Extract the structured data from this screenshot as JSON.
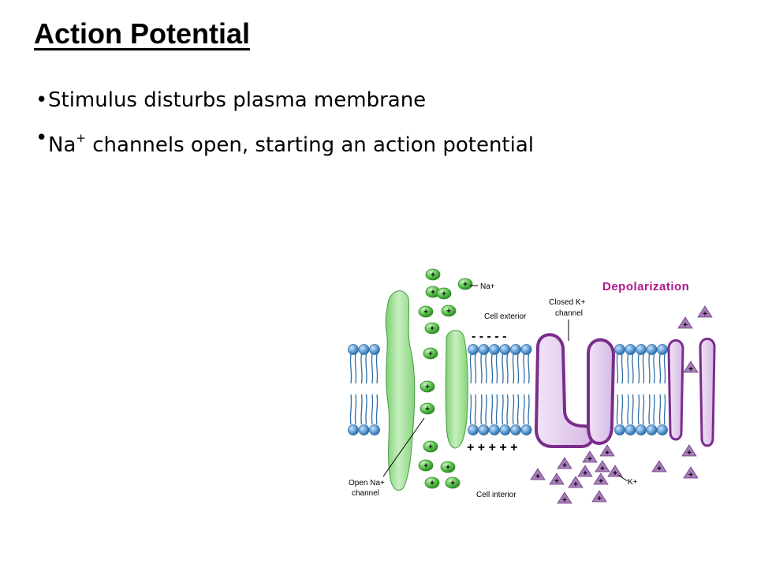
{
  "slide": {
    "title": "Action Potential",
    "bullets": [
      {
        "text": "Stimulus disturbs plasma membrane"
      },
      {
        "pre": "Na",
        "sup": "+",
        "post": " channels open, starting an action potential"
      }
    ]
  },
  "diagram": {
    "phase_label": "Depolarization",
    "na_ion_label": "Na+",
    "k_ion_label": "K+",
    "cell_exterior_label": "Cell exterior",
    "cell_interior_label": "Cell interior",
    "closed_k_channel_label_line1": "Closed K+",
    "closed_k_channel_label_line2": "channel",
    "open_na_channel_label_line1": "Open Na+",
    "open_na_channel_label_line2": "channel",
    "outer_charges": "- - - - -",
    "inner_charges": "+ + + + +",
    "ion_symbol": "+",
    "colors": {
      "na_ion": "#5cc24e",
      "na_channel": "#a6e3a0",
      "k_channel_fill": "#e4d0ee",
      "k_channel_stroke": "#7a2e8c",
      "k_ion": "#a67cb8",
      "lipid_head": "#5b9bd5",
      "phase_label": "#b0148c"
    }
  }
}
